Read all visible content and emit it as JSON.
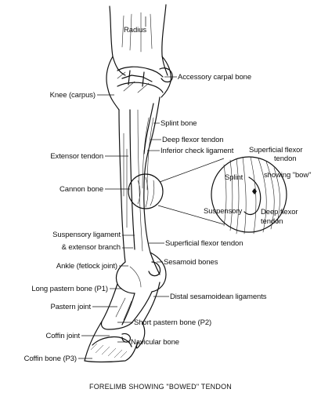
{
  "labels": {
    "radius": "Radius",
    "accessory_carpal_bone": "Accessory carpal bone",
    "knee": "Knee (carpus)",
    "splint_bone": "Splint bone",
    "deep_flexor_tendon": "Deep flexor tendon",
    "inferior_check_ligament": "Inferior check ligament",
    "extensor_tendon": "Extensor tendon",
    "cannon_bone": "Cannon bone",
    "suspensory_ligament_line1": "Suspensory ligament",
    "suspensory_ligament_line2": "& extensor branch",
    "superficial_flexor_tendon": "Superficial flexor tendon",
    "sesamoid_bones": "Sesamoid bones",
    "ankle": "Ankle (fetlock joint)",
    "long_pastern_bone": "Long pastern bone (P1)",
    "distal_sesamoidean_ligaments": "Distal sesamoidean ligaments",
    "pastern_joint": "Pastern joint",
    "short_pastern_bone": "Short pastern bone (P2)",
    "coffin_joint": "Coffin joint",
    "navicular_bone": "Navicular bone",
    "coffin_bone": "Coffin bone (P3)"
  },
  "inset": {
    "superficial_flexor_tendon_line1": "Superficial flexor",
    "superficial_flexor_tendon_line2": "tendon",
    "splint": "Splint",
    "showing_bow": "showing \"bow\"",
    "suspensory": "Suspensory",
    "deep_flexor_line1": "Deep flexor",
    "deep_flexor_line2": "tendon"
  },
  "caption": "FORELIMB SHOWING \"BOWED\" TENDON"
}
